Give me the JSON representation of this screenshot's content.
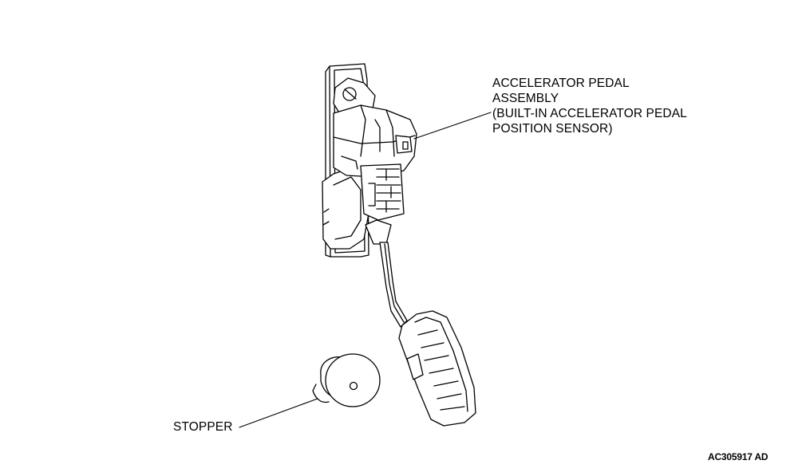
{
  "labels": {
    "assembly_line1": "ACCELERATOR PEDAL",
    "assembly_line2": "ASSEMBLY",
    "assembly_line3": "(BUILT-IN ACCELERATOR PEDAL",
    "assembly_line4": "POSITION SENSOR)",
    "stopper": "STOPPER"
  },
  "figure_id": "AC305917 AD",
  "colors": {
    "line": "#000000",
    "fill": "#ffffff"
  }
}
